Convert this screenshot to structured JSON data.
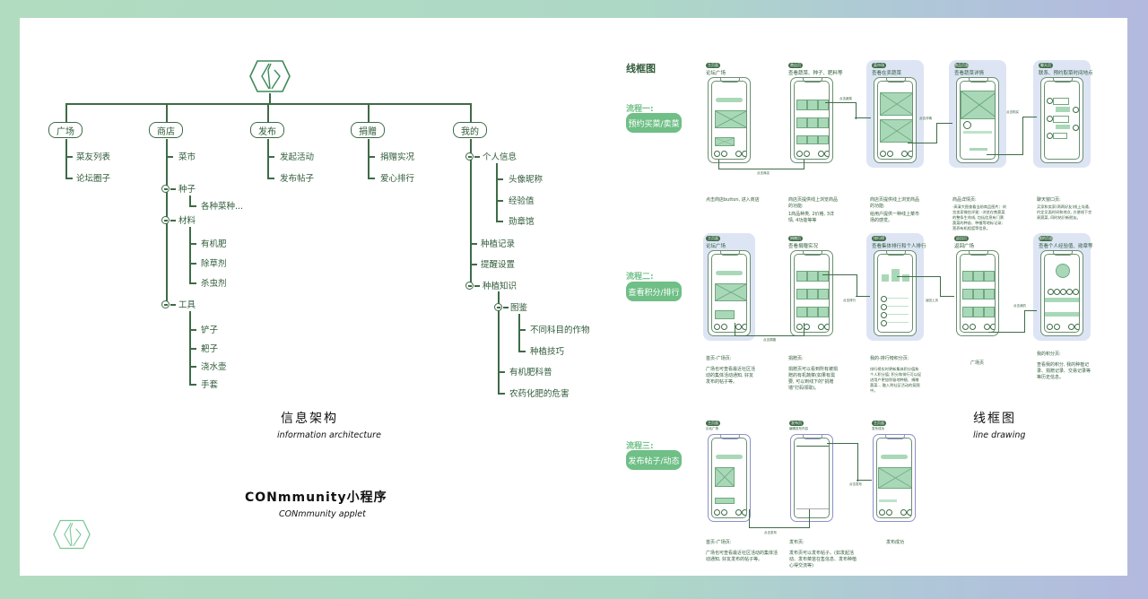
{
  "colors": {
    "tree_line": "#3e6b47",
    "accent_green": "#6fbf86",
    "panel_blue": "#dde5f4",
    "text_dark_green": "#2f5a38"
  },
  "architecture": {
    "logo_icon": "hexagon-leaf-logo",
    "branches": [
      {
        "label": "广场",
        "children": [
          "菜友列表",
          "论坛圈子"
        ]
      },
      {
        "label": "商店",
        "children": [
          "菜市",
          "种子",
          "各种菜种...",
          "材料",
          "有机肥",
          "除草剂",
          "杀虫剂",
          "工具",
          "铲子",
          "耙子",
          "浇水壶",
          "手套"
        ]
      },
      {
        "label": "发布",
        "children": [
          "发起活动",
          "发布帖子"
        ]
      },
      {
        "label": "捐赠",
        "children": [
          "捐赠实况",
          "爱心排行"
        ]
      },
      {
        "label": "我的",
        "children": [
          "个人信息",
          "头像昵称",
          "经验值",
          "勋章馆",
          "种植记录",
          "提醒设置",
          "种植知识",
          "图鉴",
          "不同科目的作物",
          "种植技巧",
          "有机肥科普",
          "农药化肥的危害"
        ]
      }
    ],
    "title_cn": "信息架构",
    "title_en": "information architecture"
  },
  "applet": {
    "title_cn": "CONmmunity小程序",
    "title_en": "CONmmunity applet"
  },
  "wireframe": {
    "heading": "线框图",
    "footer_cn": "线框图",
    "footer_en": "line drawing",
    "flows": [
      {
        "label": "流程一:",
        "button": "预约买菜/卖菜",
        "screens": [
          {
            "tag": "主页面",
            "title": "论坛广场",
            "desc": [
              "点击商店button, 进入商店"
            ]
          },
          {
            "tag": "商店页",
            "title": "查看蔬菜、种子、肥料等",
            "desc": [
              "商店页提供线上浏览商品的功能:",
              "1商品种类, 2价格, 3详情, 4功能等等"
            ]
          },
          {
            "tag": "菜市场",
            "title": "查看在卖蔬菜",
            "desc": [
              "商店页提供线上浏览商品的功能:",
              "给用户提供一种线上菜市场的感觉。"
            ]
          },
          {
            "tag": "商品页面",
            "title": "查看蔬菜详情",
            "desc": [
              "商品详情页:",
              "·高清大图查看当前商品图片; ·浏览卖家微信评星; ·浏览在售蔬菜的整条生命线, 包括信息有门票蔬菜的种苗、种植等地标记录;营养有机程度等信息。"
            ]
          },
          {
            "tag": "聊天页",
            "title": "联系、预约取菜时间地点",
            "desc": [
              "聊天窗口页:",
              "买家和卖家(两两好友)线上沟通, 约定见面时间和地点, 方便线下交易蔬菜, 同时结识新朋友。"
            ]
          }
        ],
        "connectors": [
          "点击商店",
          "点击蔬菜",
          "点击详情",
          "点击购买"
        ]
      },
      {
        "label": "流程二:",
        "button": "查看积分/排行",
        "screens": [
          {
            "tag": "主页面",
            "title": "论坛广场",
            "desc": [
              "首页-广场页:",
              "广场也可查看最近社区活动的集体活动通知, 好友发布的帖子等。"
            ]
          },
          {
            "tag": "捐赠页",
            "title": "查看捐赠实况",
            "desc": [
              "捐赠页:",
              "捐赠页可以看到所有被捐赠的有机蔬菜(如果有需要, 可以到线下的\"捐赠墙\"打码领取)。"
            ]
          },
          {
            "tag": "排行榜",
            "title": "查看集体排行和个人排行",
            "desc": [
              "我的-排行榜积分页:",
              "排行榜实时更新集体积分值和个人积分值; 积分和排行可以促进用户更加积极地种植、捐赠蔬菜... 融入到社区活动的氛围中。"
            ]
          },
          {
            "tag": "返回页",
            "title": "返回广场",
            "desc": [
              "广场页"
            ]
          },
          {
            "tag": "我的页面",
            "title": "查看个人经验值、勋章等",
            "desc": [
              "我的积分页:",
              "查看我的积分, 我的种植记录、捐赠记录、交易记录等等历史信息。"
            ]
          }
        ],
        "connectors": [
          "点击捐赠",
          "点击排行",
          "返回上页",
          "点击我的"
        ]
      },
      {
        "label": "流程三:",
        "button": "发布帖子/动态",
        "screens": [
          {
            "tag": "主页面",
            "title": "论坛广场",
            "desc": [
              "首页-广场页:",
              "广场也可查看最近社区活动的集体活动通知, 好友发布的帖子等。"
            ]
          },
          {
            "tag": "发布页",
            "title": "编辑发布内容",
            "desc": [
              "发布页:",
              "发布页可以发布帖子。(如发起活动、发布菜苗在售信息、发布种植心得交流等)"
            ]
          },
          {
            "tag": "主页面",
            "title": "发布成功",
            "desc": [
              "发布成功"
            ]
          }
        ],
        "connectors": [
          "点击发布",
          "点击发布"
        ]
      }
    ]
  }
}
